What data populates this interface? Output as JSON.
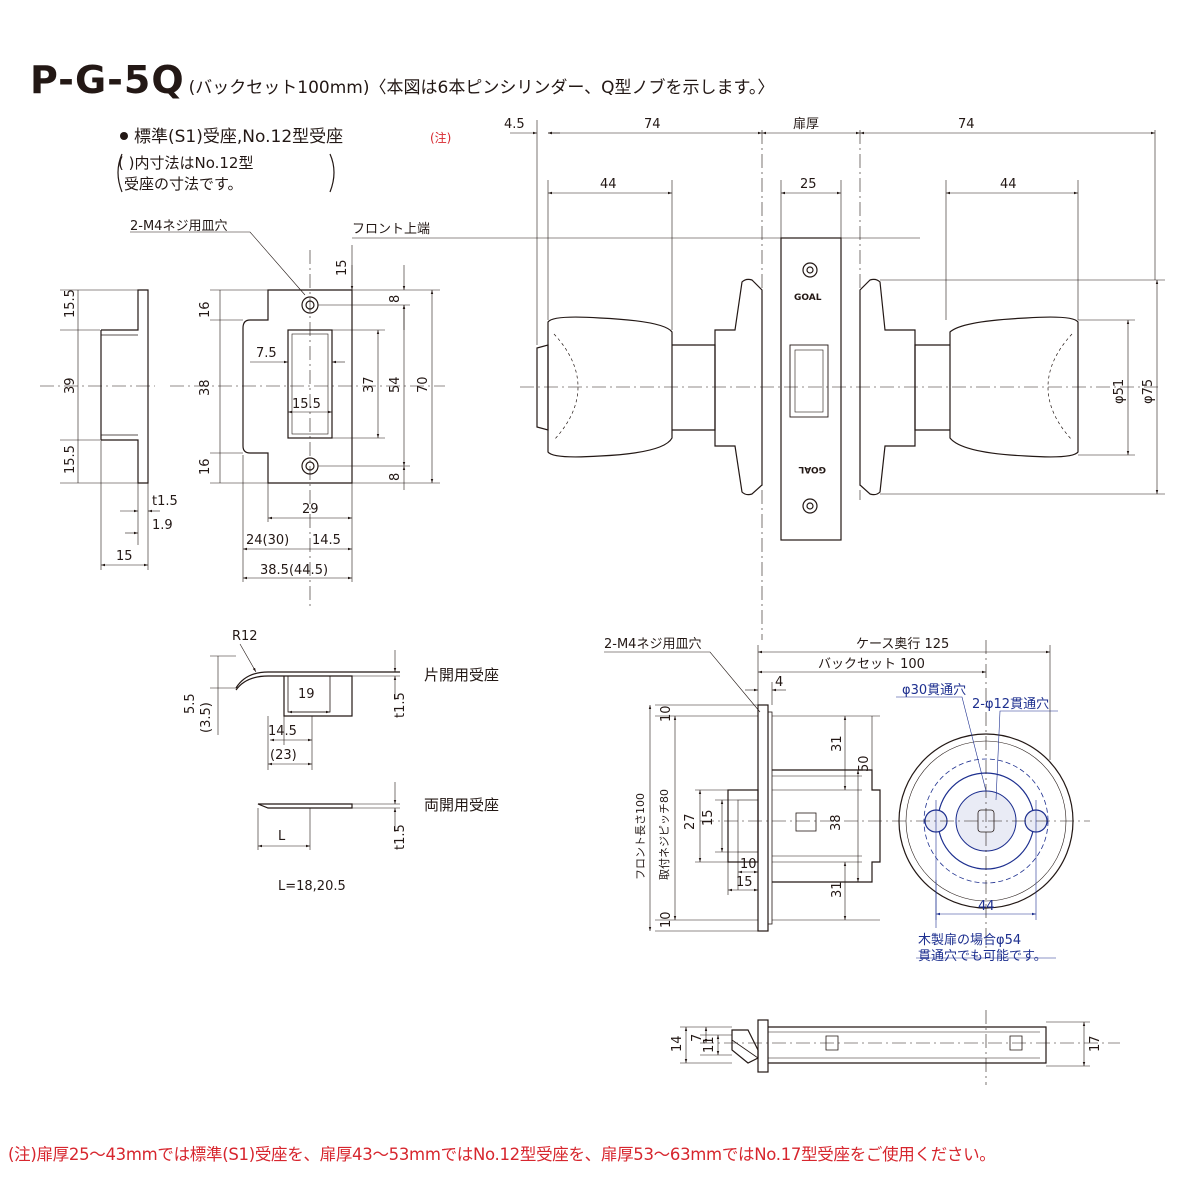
{
  "title": {
    "code": "P-G-5Q",
    "subtitle": "(バックセット100mm)〈本図は6本ピンシリンダー、Q型ノブを示します。〉"
  },
  "strike_note": {
    "main": "標準(S1)受座,No.12型受座",
    "note_mark": "(注)",
    "paren_line1": "(  )内寸法はNo.12型",
    "paren_line2": "受座の寸法です。"
  },
  "labels": {
    "screw_hole_top": "2-M4ネジ用皿穴",
    "front_top_edge": "フロント上端",
    "door_thickness": "扉厚",
    "single_strike": "片開用受座",
    "double_strike": "両開用受座",
    "screw_hole_latch": "2-M4ネジ用皿穴",
    "case_depth": "ケース奥行 125",
    "backset": "バックセット 100",
    "hole_30": "φ30貫通穴",
    "hole_12": "2-φ12貫通穴",
    "front_length": "フロント長さ100",
    "mount_pitch": "取付ネジピッチ80",
    "wood_note_1": "木製扉の場合φ54",
    "wood_note_2": "貫通穴でも可能です。",
    "l_values": "L=18,20.5",
    "goal_text": "GOAL"
  },
  "dimensions": {
    "strike_side": [
      "15.5",
      "39",
      "15.5",
      "t1.5",
      "1.9",
      "15"
    ],
    "strike_face": [
      "16",
      "38",
      "16",
      "7.5",
      "15.5",
      "37",
      "54",
      "70",
      "8",
      "8",
      "15",
      "29",
      "24(30)",
      "14.5",
      "38.5(44.5)"
    ],
    "strike_profile": [
      "R12",
      "19",
      "5.5",
      "(3.5)",
      "14.5",
      "(23)",
      "t1.5",
      "L",
      "t1.5"
    ],
    "knob_top": [
      "4.5",
      "74",
      "74",
      "44",
      "25",
      "44"
    ],
    "knob_right": [
      "φ51",
      "φ75"
    ],
    "latch": [
      "4",
      "10",
      "31",
      "50",
      "15",
      "27",
      "38",
      "10",
      "15",
      "31",
      "10",
      "44"
    ],
    "bottom_view": [
      "7",
      "14",
      "11",
      "17"
    ]
  },
  "footnote": "(注)扉厚25〜43mmでは標準(S1)受座を、扉厚43〜53mmではNo.12型受座を、扉厚53〜63mmではNo.17型受座をご使用ください。"
}
